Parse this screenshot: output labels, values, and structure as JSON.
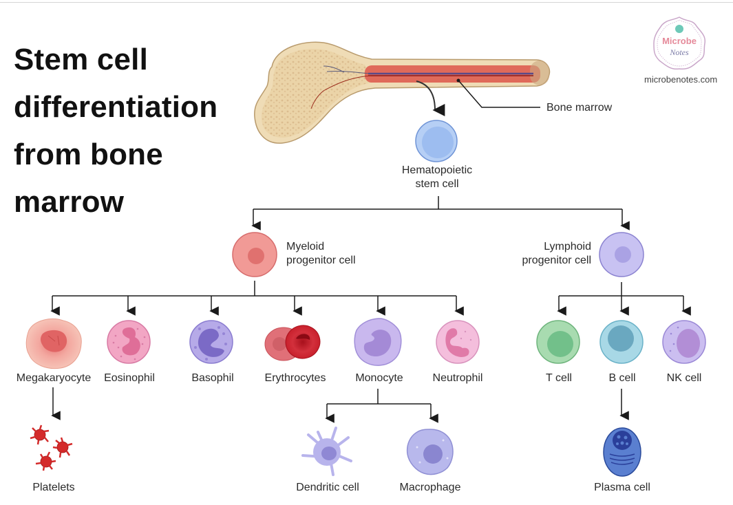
{
  "title": {
    "lines": [
      "Stem cell",
      "differentiation",
      "from bone",
      "marrow"
    ]
  },
  "branding": {
    "logo_line1": "Microbe",
    "logo_line2": "Notes",
    "website": "microbenotes.com"
  },
  "bone": {
    "label": "Bone marrow"
  },
  "stem_cell": {
    "label_line1": "Hematopoietic",
    "label_line2": "stem cell"
  },
  "progenitors": {
    "myeloid": {
      "line1": "Myeloid",
      "line2": "progenitor cell"
    },
    "lymphoid": {
      "line1": "Lymphoid",
      "line2": "progenitor cell"
    }
  },
  "myeloid_cells": [
    {
      "label": "Megakaryocyte"
    },
    {
      "label": "Eosinophil"
    },
    {
      "label": "Basophil"
    },
    {
      "label": "Erythrocytes"
    },
    {
      "label": "Monocyte"
    },
    {
      "label": "Neutrophil"
    }
  ],
  "lymphoid_cells": [
    {
      "label": "T cell"
    },
    {
      "label": "B cell"
    },
    {
      "label": "NK cell"
    }
  ],
  "derived_cells": {
    "platelets": "Platelets",
    "dendritic": "Dendritic cell",
    "macrophage": "Macrophage",
    "plasma": "Plasma cell"
  },
  "colors": {
    "stem": "#9dbdf0",
    "myeloid": "#f08a8a",
    "lymphoid": "#c8c2f2",
    "t_cell": "#9fd4a8",
    "b_cell": "#9fd4e0",
    "nk_cell": "#c7b8ee",
    "erythrocyte": "#d8323c",
    "platelet": "#d42a2a",
    "plasma": "#4a6fc4",
    "bone": "#efdcb6",
    "marrow": "#e06a5a"
  }
}
